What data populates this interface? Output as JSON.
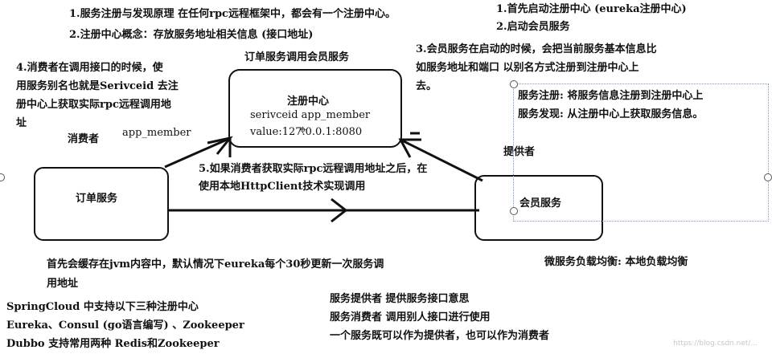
{
  "top_notes": {
    "line1": "1.服务注册与发现原理 在任何rpc远程框架中，都会有一个注册中心。",
    "line2": "2.注册中心概念：存放服务地址相关信息 (接口地址)"
  },
  "right_notes": {
    "line1": "1.首先启动注册中心 (eureka注册中心)",
    "line2": "2.启动会员服务",
    "line3a": "3.会员服务在启动的时候，会把当前服务基本信息比",
    "line3b": "如服务地址和端口 以别名方式注册到注册中心上",
    "line3c": "去。"
  },
  "order_call_label": "订单服务调用会员服务",
  "consumer_note": {
    "line1": "4.消费者在调用接口的时候，使",
    "line2": "用服务别名也就是Serivceid 去注",
    "line3": "册中心上获取实际rpc远程调用地",
    "line4": "址"
  },
  "registry": {
    "title": "注册中心",
    "serviceid": "serivceid app_member",
    "value": "value:127.0.0.1:8080"
  },
  "consumer_label": "消费者",
  "app_member_label": "app_member",
  "provider_label": "提供者",
  "order_service": "订单服务",
  "member_service": "会员服务",
  "dotted_box": {
    "line1": "服务注册: 将服务信息注册到注册中心上",
    "line2": "服务发现: 从注册中心上获取服务信息。"
  },
  "step5": {
    "line1": "5.如果消费者获取实际rpc远程调用地址之后，在",
    "line2": "使用本地HttpClient技术实现调用"
  },
  "cache_note": {
    "line1": "首先会缓存在jvm内容中，默认情况下eureka每个30秒更新一次服务调",
    "line2": "用地址"
  },
  "load_balance": "微服务负载均衡: 本地负载均衡",
  "springcloud": {
    "line1": "SpringCloud 中支持以下三种注册中心",
    "line2": "Eureka、Consul (go语言编写) 、Zookeeper",
    "line3": "Dubbo 支持常用两种 Redis和Zookeeper"
  },
  "roles": {
    "line1": "服务提供者 提供服务接口意思",
    "line2": "服务消费者 调用别人接口进行使用",
    "line3": "一个服务既可以作为提供者，也可以作为消费者"
  },
  "watermark": "https://blog.csdn.net/..."
}
